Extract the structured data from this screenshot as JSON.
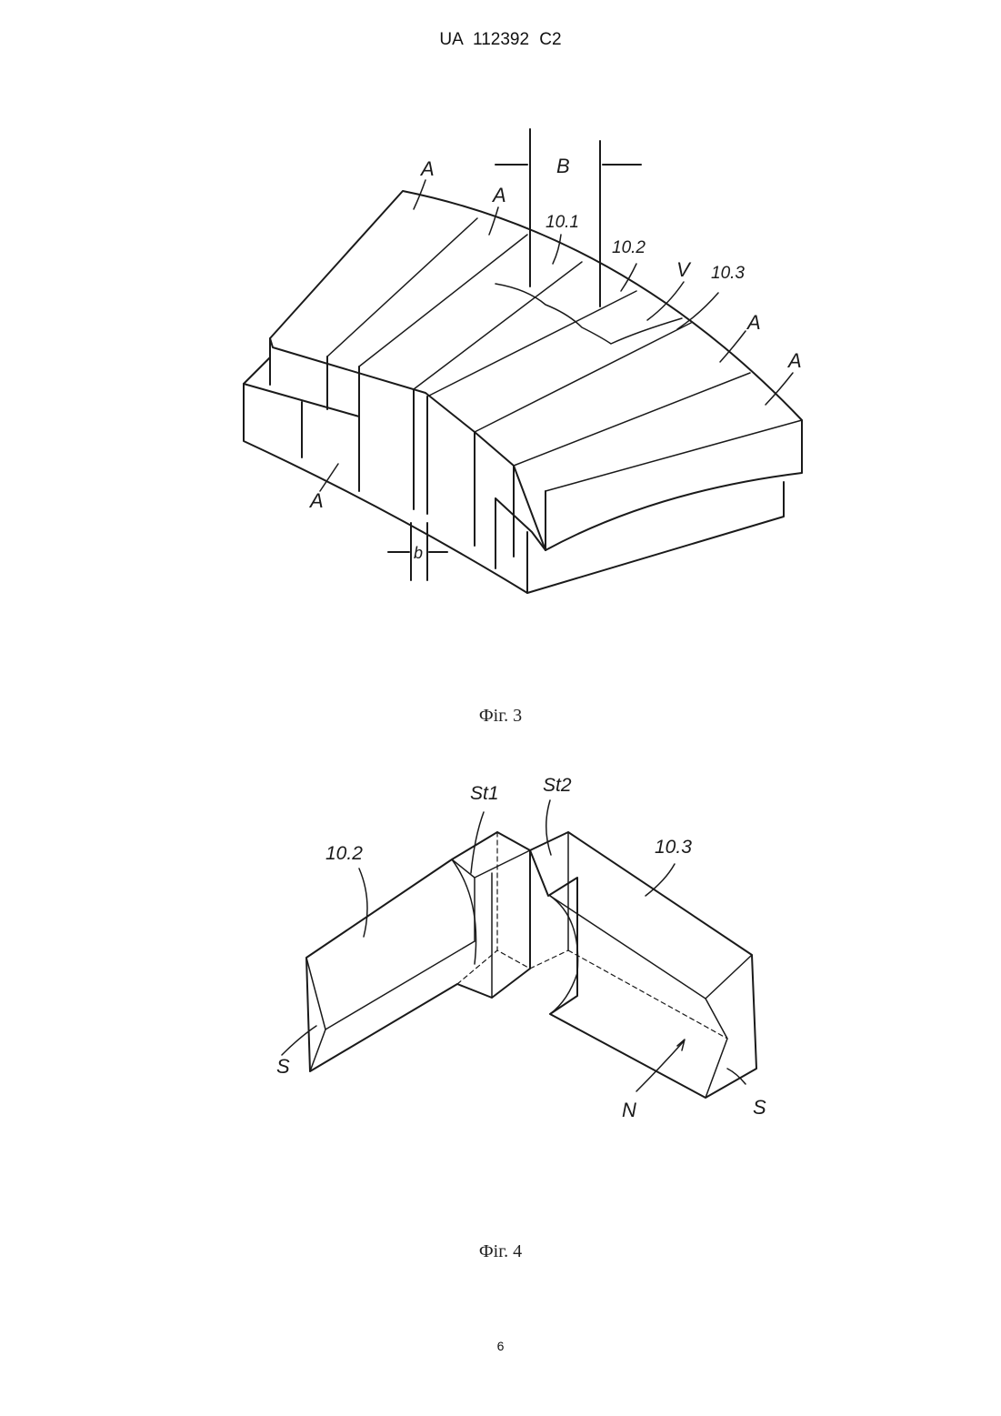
{
  "header": {
    "text": "UA   112392   C2"
  },
  "figure3": {
    "caption": "Фіг. 3",
    "labels": {
      "a1": "A",
      "a2": "A",
      "a3": "A",
      "a4": "A",
      "a5": "A",
      "b_upper": "B",
      "b_lower": "b",
      "p101": "10.1",
      "p102": "10.2",
      "p103": "10.3",
      "v": "V"
    }
  },
  "figure4": {
    "caption": "Фіг. 4",
    "labels": {
      "p102": "10.2",
      "p103": "10.3",
      "st1": "St1",
      "st2": "St2",
      "s_left": "S",
      "s_right": "S",
      "n": "N"
    }
  },
  "page_number": "6"
}
